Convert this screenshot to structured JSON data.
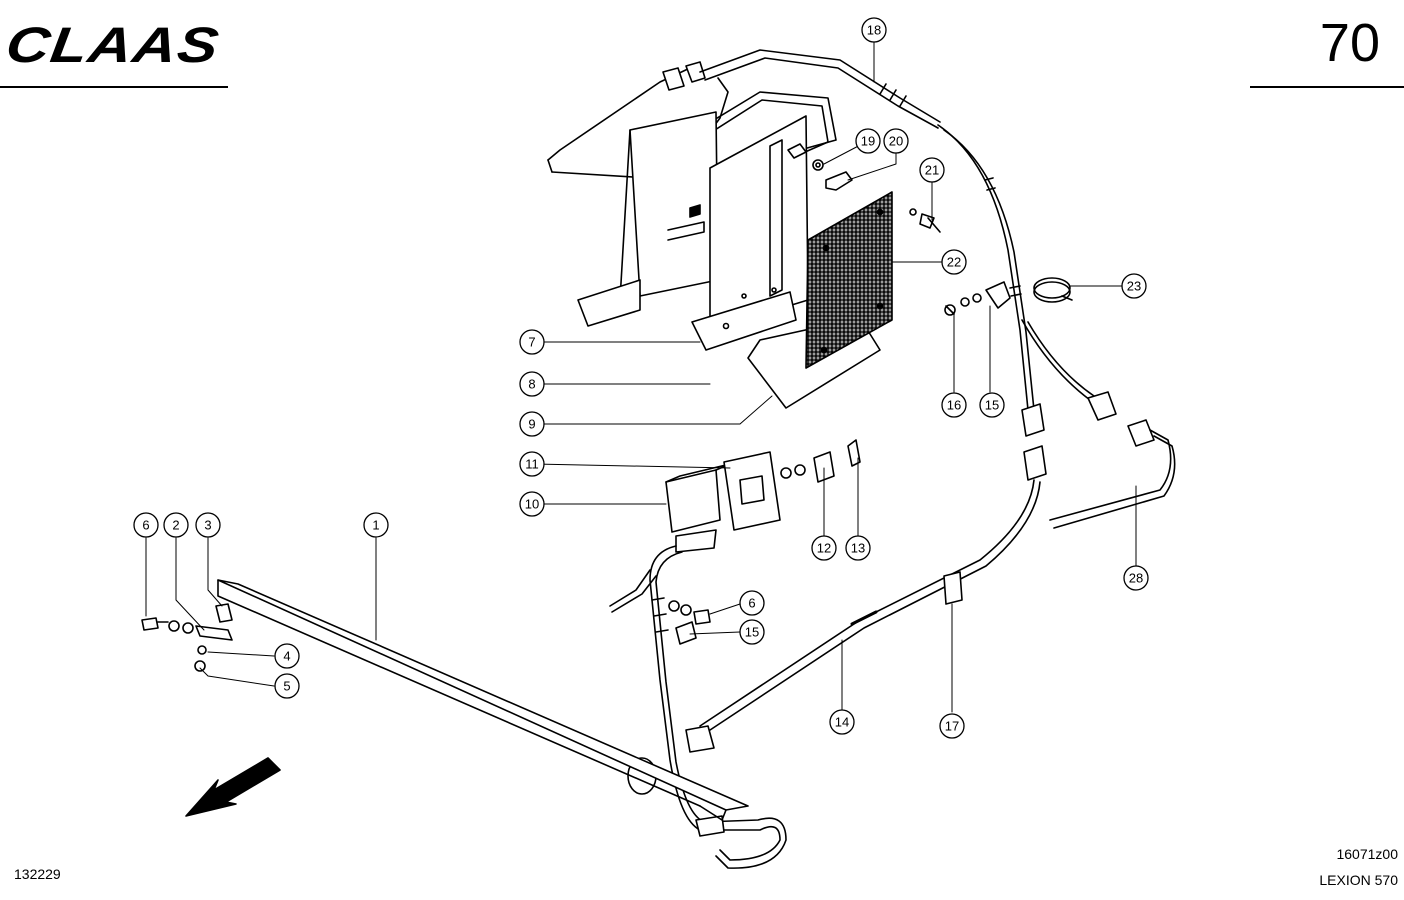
{
  "header": {
    "brand": "CLAAS",
    "page_number": "70"
  },
  "footer": {
    "document_number": "132229",
    "figure_id": "16071z00",
    "model": "LEXION 570"
  },
  "callouts": [
    {
      "id": "c1",
      "label": "1"
    },
    {
      "id": "c2",
      "label": "2"
    },
    {
      "id": "c3",
      "label": "3"
    },
    {
      "id": "c4",
      "label": "4"
    },
    {
      "id": "c5",
      "label": "5"
    },
    {
      "id": "c6a",
      "label": "6"
    },
    {
      "id": "c6b",
      "label": "6"
    },
    {
      "id": "c7",
      "label": "7"
    },
    {
      "id": "c8",
      "label": "8"
    },
    {
      "id": "c9",
      "label": "9"
    },
    {
      "id": "c10",
      "label": "10"
    },
    {
      "id": "c11",
      "label": "11"
    },
    {
      "id": "c12",
      "label": "12"
    },
    {
      "id": "c13",
      "label": "13"
    },
    {
      "id": "c14",
      "label": "14"
    },
    {
      "id": "c15a",
      "label": "15"
    },
    {
      "id": "c15b",
      "label": "15"
    },
    {
      "id": "c16",
      "label": "16"
    },
    {
      "id": "c17",
      "label": "17"
    },
    {
      "id": "c18",
      "label": "18"
    },
    {
      "id": "c19",
      "label": "19"
    },
    {
      "id": "c20",
      "label": "20"
    },
    {
      "id": "c21",
      "label": "21"
    },
    {
      "id": "c22",
      "label": "22"
    },
    {
      "id": "c23",
      "label": "23"
    },
    {
      "id": "c28",
      "label": "28"
    }
  ]
}
